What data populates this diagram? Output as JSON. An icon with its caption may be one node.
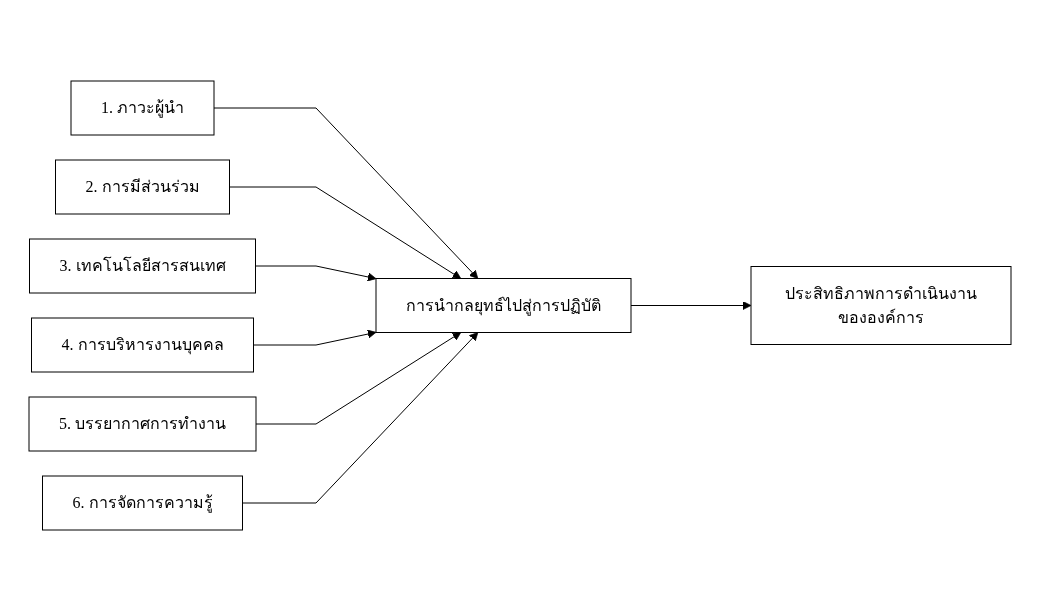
{
  "diagram": {
    "nodes": [
      {
        "text": [
          "1. ภาวะผู้นำ"
        ]
      },
      {
        "text": [
          "2. การมีส่วนร่วม"
        ]
      },
      {
        "text": [
          "3. เทคโนโลยีสารสนเทศ"
        ]
      },
      {
        "text": [
          "4. การบริหารงานบุคคล"
        ]
      },
      {
        "text": [
          "5. บรรยากาศการทำงาน"
        ]
      },
      {
        "text": [
          "6. การจัดการความรู้"
        ]
      },
      {
        "text": [
          "การนำกลยุทธ์ไปสู่การปฏิบัติ"
        ]
      },
      {
        "text": [
          "ประสิทธิภาพการดำเนินงานขององค์การ"
        ]
      }
    ],
    "edges": [
      {
        "from": 0,
        "to": 6,
        "arrow": "to"
      },
      {
        "from": 1,
        "to": 6,
        "arrow": "to"
      },
      {
        "from": 2,
        "to": 6,
        "arrow": "to"
      },
      {
        "from": 3,
        "to": 6,
        "arrow": "to"
      },
      {
        "from": 4,
        "to": 6,
        "arrow": "to"
      },
      {
        "from": 5,
        "to": 6,
        "arrow": "to"
      },
      {
        "from": 6,
        "to": 7,
        "arrow": "to"
      }
    ]
  }
}
